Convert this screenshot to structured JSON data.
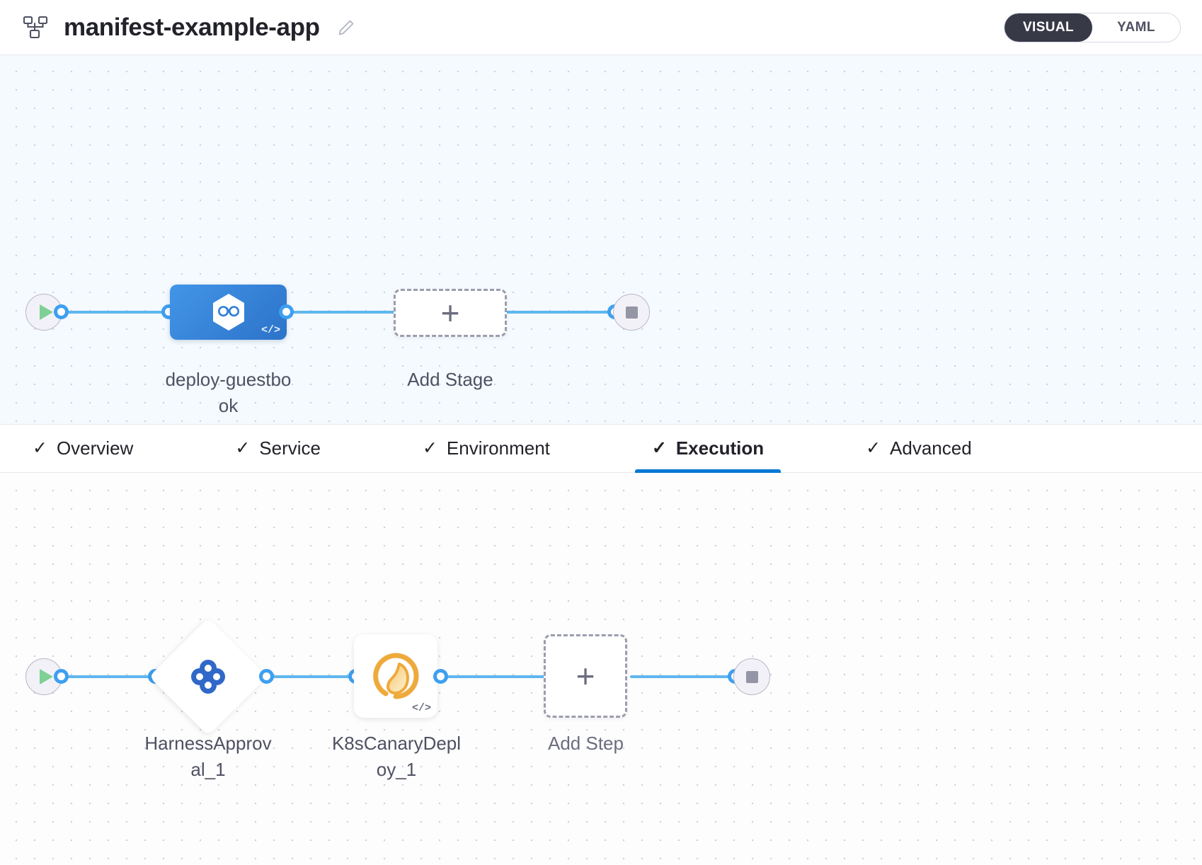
{
  "header": {
    "pipeline_icon": "pipeline-hierarchy-icon",
    "title": "manifest-example-app",
    "edit_icon": "edit-pencil-icon",
    "mode_toggle": {
      "options": [
        {
          "label": "VISUAL",
          "active": true
        },
        {
          "label": "YAML",
          "active": false
        }
      ],
      "active_color": "#383946"
    }
  },
  "stage_graph": {
    "start_node": {
      "name": "pipeline-start-node",
      "icon": "play-icon"
    },
    "end_node": {
      "name": "pipeline-end-node",
      "icon": "stop-icon"
    },
    "stages": [
      {
        "name": "deploy-guestbook",
        "label": "deploy-guestbook",
        "icon": "harness-cd-hexagon-icon",
        "code_badge": "</>",
        "color": "#3a88dd",
        "selected": true
      }
    ],
    "add_stage": {
      "label": "Add Stage",
      "icon": "plus-icon"
    }
  },
  "tabs": [
    {
      "label": "Overview",
      "check": "✓",
      "active": false
    },
    {
      "label": "Service",
      "check": "✓",
      "active": false
    },
    {
      "label": "Environment",
      "check": "✓",
      "active": false
    },
    {
      "label": "Execution",
      "check": "✓",
      "active": true
    },
    {
      "label": "Advanced",
      "check": "✓",
      "active": false
    }
  ],
  "execution_graph": {
    "start_node": {
      "name": "execution-start-node",
      "icon": "play-icon"
    },
    "end_node": {
      "name": "execution-end-node",
      "icon": "stop-icon"
    },
    "steps": [
      {
        "name": "HarnessApproval_1",
        "label": "HarnessApproval_1",
        "icon": "harness-approval-icon",
        "shape": "diamond",
        "color": "#2f68c8"
      },
      {
        "name": "K8sCanaryDeploy_1",
        "label": "K8sCanaryDeploy_1",
        "icon": "kubernetes-canary-icon",
        "shape": "rounded-square",
        "code_badge": "</>",
        "color": "#eeaa3c"
      }
    ],
    "add_step": {
      "label": "Add Step",
      "icon": "plus-icon"
    }
  },
  "colors": {
    "accent_blue": "#0278d5",
    "edge_blue": "#5fb6ef",
    "canvas_top": "#f4fafe",
    "canvas_bottom": "#fdfdfe"
  }
}
